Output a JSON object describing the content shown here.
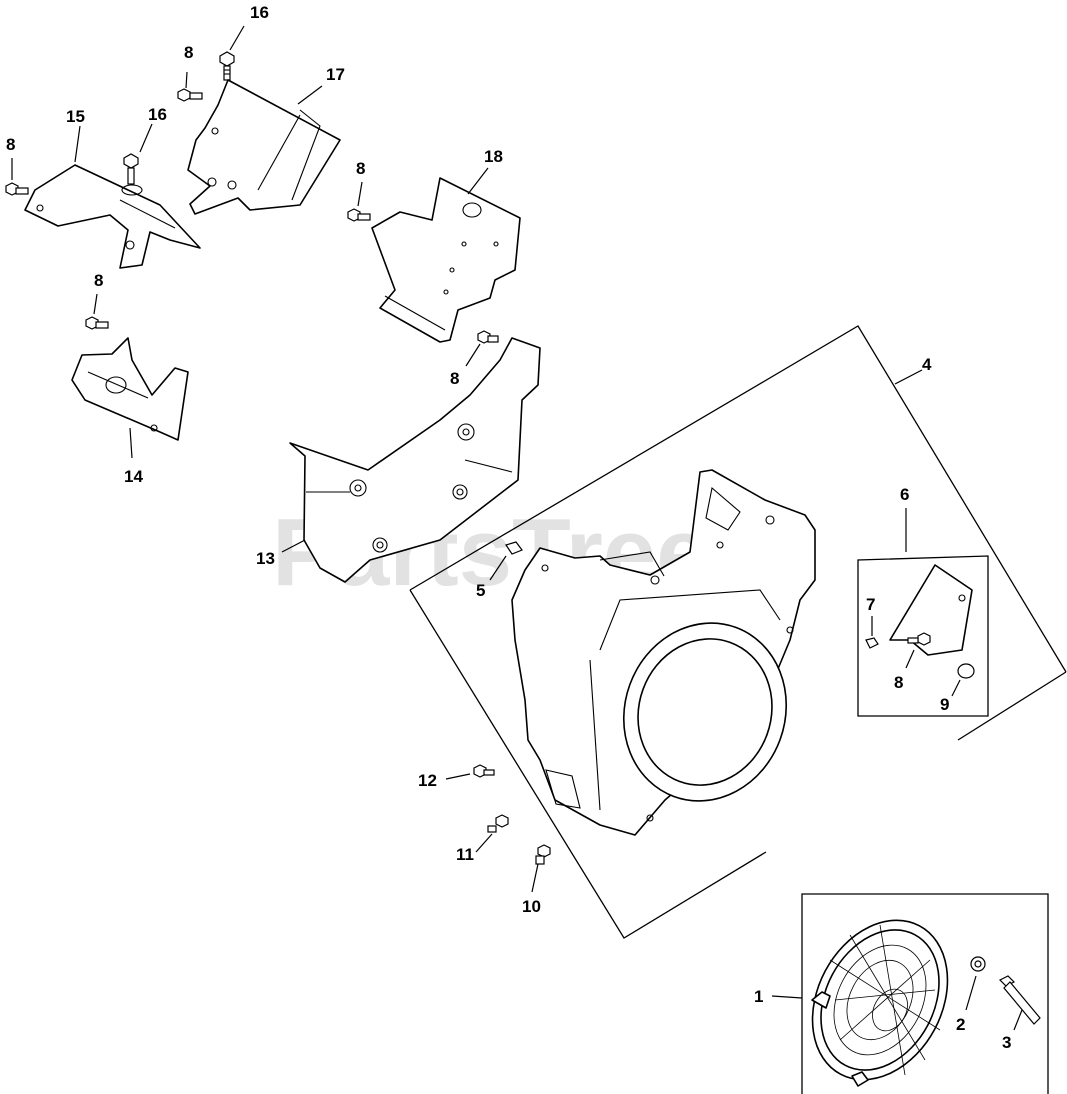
{
  "watermark": "PartsTree",
  "callouts": {
    "c1": "1",
    "c2": "2",
    "c3": "3",
    "c4": "4",
    "c5": "5",
    "c6": "6",
    "c7": "7",
    "c8a": "8",
    "c8b": "8",
    "c8c": "8",
    "c8d": "8",
    "c8e": "8",
    "c8f": "8",
    "c9": "9",
    "c10": "10",
    "c11": "11",
    "c12": "12",
    "c13": "13",
    "c14": "14",
    "c15": "15",
    "c16a": "16",
    "c16b": "16",
    "c17": "17",
    "c18": "18"
  }
}
